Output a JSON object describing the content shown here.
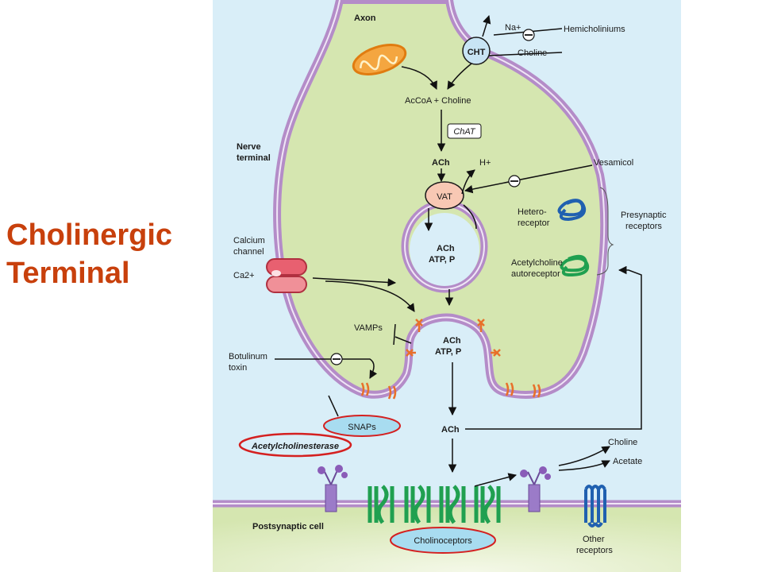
{
  "slide": {
    "title_line1": "Cholinergic",
    "title_line2": "Terminal"
  },
  "labels": {
    "axon": "Axon",
    "na_plus": "Na+",
    "hemicholiniums": "Hemicholiniums",
    "cht": "CHT",
    "choline_in": "Choline",
    "acoa_choline": "AcCoA + Choline",
    "chat": "ChAT",
    "nerve_terminal_1": "Nerve",
    "nerve_terminal_2": "terminal",
    "ach_1": "ACh",
    "h_plus": "H+",
    "vesamicol": "Vesamicol",
    "vat": "VAT",
    "ach_vesicle": "ACh",
    "atp_p_vesicle": "ATP, P",
    "heteroreceptor_1": "Hetero-",
    "heteroreceptor_2": "receptor",
    "presynaptic_1": "Presynaptic",
    "presynaptic_2": "receptors",
    "autoreceptor_1": "Acetylcholine",
    "autoreceptor_2": "autoreceptor",
    "calcium_1": "Calcium",
    "calcium_2": "channel",
    "ca": "Ca2+",
    "vamps": "VAMPs",
    "ach_release": "ACh",
    "atp_p_release": "ATP, P",
    "botulinum_1": "Botulinum",
    "botulinum_2": "toxin",
    "snaps": "SNAPs",
    "ach_cleft": "ACh",
    "acetylcholinesterase": "Acetylcholinesterase",
    "choline_out": "Choline",
    "acetate": "Acetate",
    "postsynaptic": "Postsynaptic cell",
    "cholinoceptors": "Cholinoceptors",
    "other_receptors_1": "Other",
    "other_receptors_2": "receptors"
  },
  "colors": {
    "background": "#d9eef8",
    "cytoplasm": "#d5e6b0",
    "membrane": "#b48cc8",
    "cht_fill": "#c8e4f4",
    "vat_fill": "#f8c8b4",
    "snaps_fill": "#a8dcf0",
    "highlight_ring": "#d42020",
    "title": "#c8400c",
    "mitochondrion": "#f4a640",
    "channel": "#e86070",
    "vamp": "#e8702a",
    "heteroreceptor": "#2060b0",
    "cholinoceptor": "#20a050"
  }
}
